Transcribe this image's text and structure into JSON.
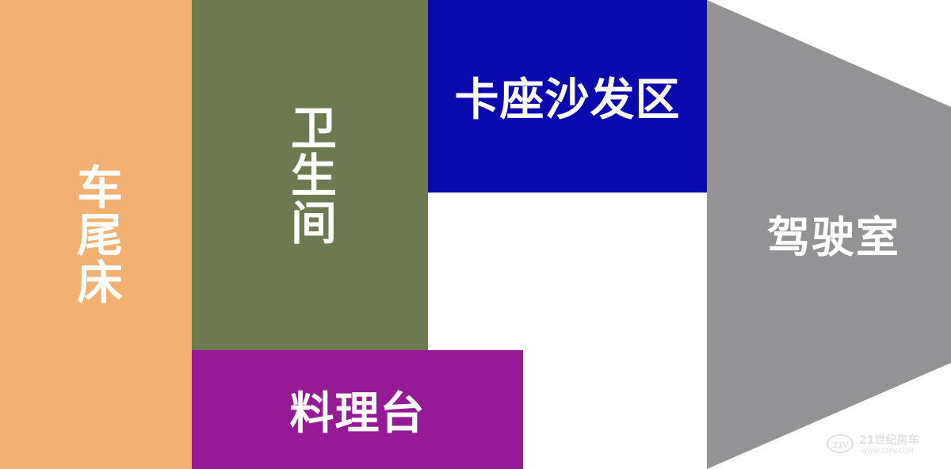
{
  "zones": {
    "rear_bed": {
      "label": "车尾床",
      "color": "#F2B072"
    },
    "bathroom": {
      "label": "卫生间",
      "color": "#6D7A4F"
    },
    "dinette": {
      "label": "卡座沙发区",
      "color": "#0A0AAE"
    },
    "kitchen": {
      "label": "料理台",
      "color": "#961996"
    },
    "cab": {
      "label": "驾驶室",
      "color": "#939396"
    }
  },
  "watermark": {
    "brand": "21世纪房车",
    "url": "WWW.21RV.COM"
  }
}
